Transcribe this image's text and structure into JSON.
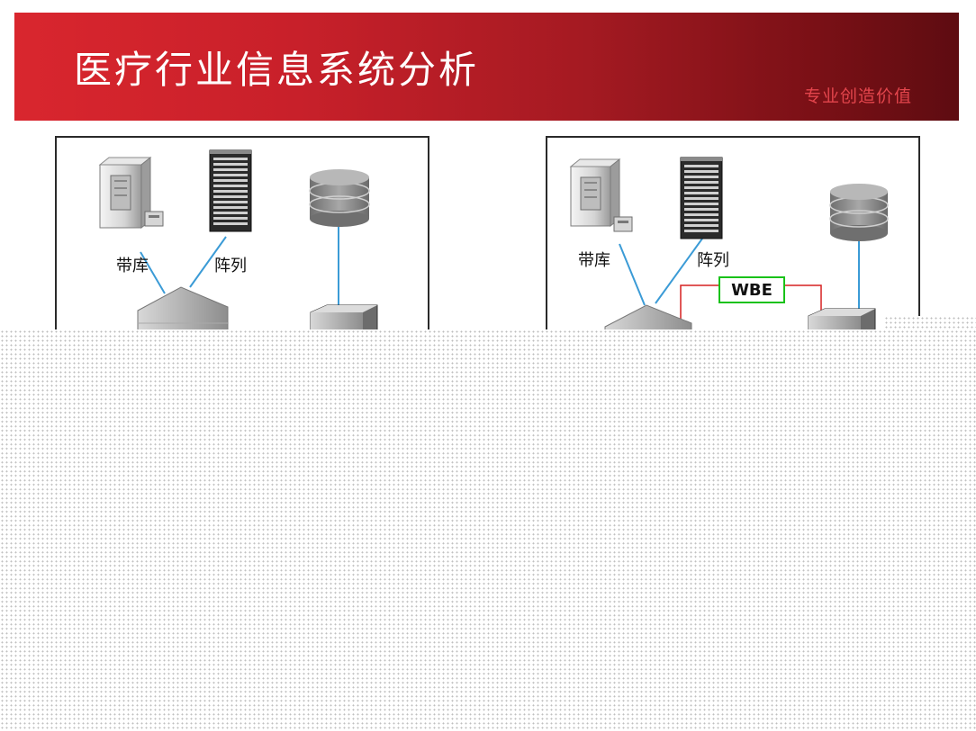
{
  "header": {
    "title": "医疗行业信息系统分析",
    "slogan": "专业创造价值",
    "gradient_start": "#d9262e",
    "gradient_end": "#5e0c11",
    "slogan_color": "#e3454c"
  },
  "left_diagram": {
    "tape_label": "带库",
    "array_label": "阵列",
    "icons": [
      "tape-library-icon",
      "disk-array-icon",
      "database-icon",
      "server-icon",
      "server-icon"
    ]
  },
  "right_diagram": {
    "tape_label": "带库",
    "array_label": "阵列",
    "wbe_label": "WBE",
    "wbe_border_color": "#19c219",
    "link_color": "#d62020",
    "icons": [
      "tape-library-icon",
      "disk-array-icon",
      "database-icon",
      "server-icon",
      "server-icon"
    ]
  },
  "colors": {
    "connector": "#3b9bd6"
  }
}
